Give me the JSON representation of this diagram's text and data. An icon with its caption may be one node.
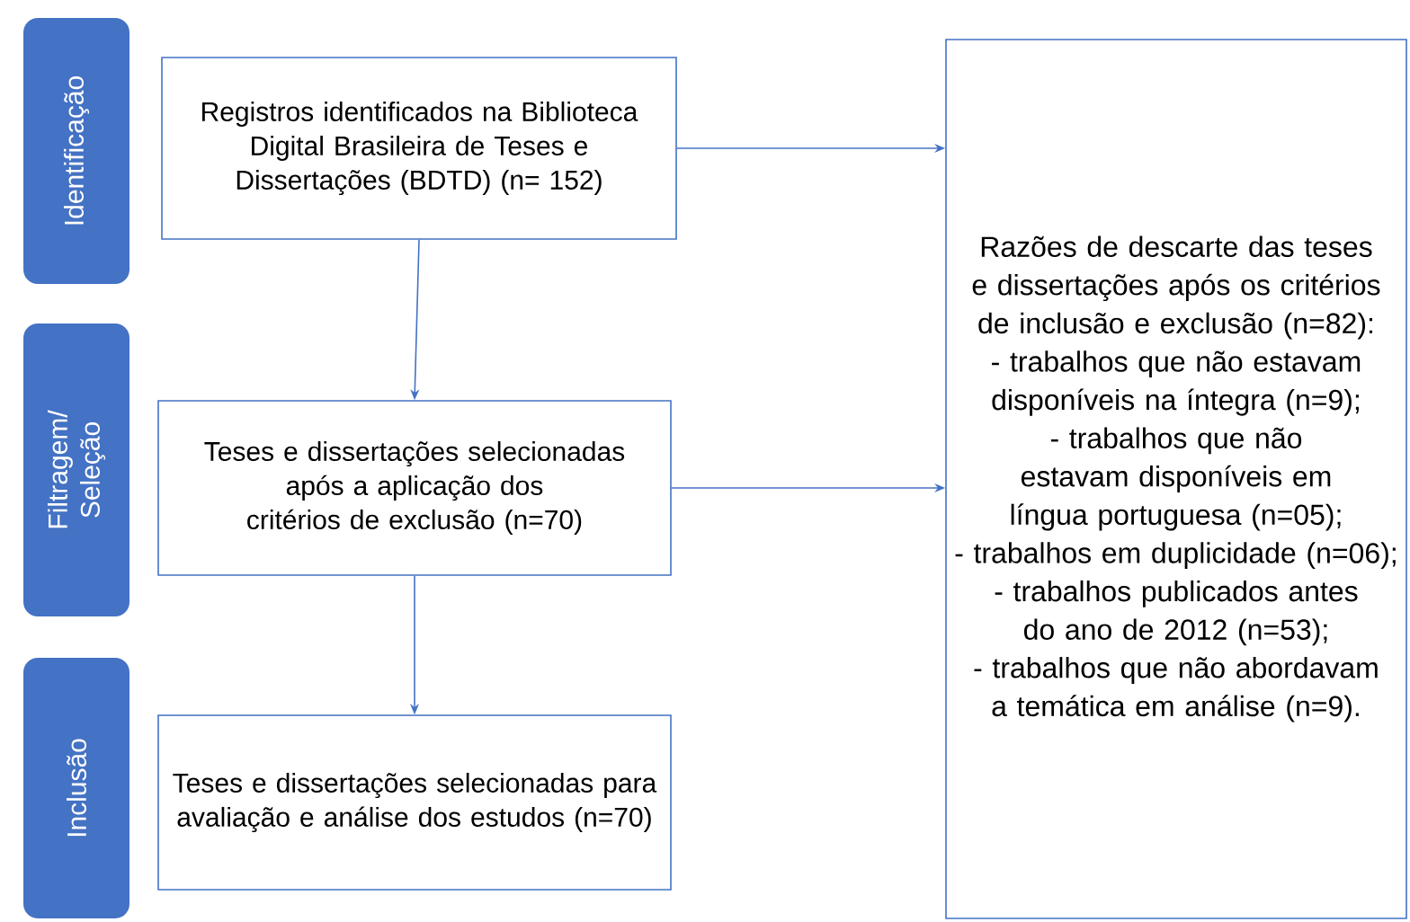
{
  "diagram": {
    "nodes": [
      {
        "text": [
          "Identificação"
        ]
      },
      {
        "text": [
          "Filtragem/ Seleção"
        ]
      },
      {
        "text": [
          "Inclusão"
        ]
      },
      {
        "text": [
          "Registros identificados na Biblioteca Digital Brasileira de Teses e Dissertações (BDTD) (n= 152)"
        ]
      },
      {
        "text": [
          "Teses e dissertações selecionadas após a aplicação dos critérios de exclusão (n=70)"
        ]
      },
      {
        "text": [
          "Teses e dissertações selecionadas para avaliação e análise dos estudos (n=70)"
        ]
      },
      {
        "text": [
          "Razões de descarte das teses e dissertações após os critérios de inclusão e exclusão (n=82):",
          "- trabalhos que não estavam disponíveis na íntegra (n=9);",
          "- trabalhos que não estavam disponíveis em língua portuguesa (n=05);",
          "- trabalhos em duplicidade (n=06);",
          "- trabalhos publicados antes do ano de 2012 (n=53);",
          "- trabalhos que não abordavam a temática em análise (n=9)."
        ]
      }
    ],
    "edges": [
      {
        "from": 3,
        "to": 4,
        "arrow": "to"
      },
      {
        "from": 4,
        "to": 5,
        "arrow": "to"
      },
      {
        "from": 3,
        "to": 6,
        "arrow": "to"
      },
      {
        "from": 4,
        "to": 6,
        "arrow": "to"
      }
    ]
  }
}
